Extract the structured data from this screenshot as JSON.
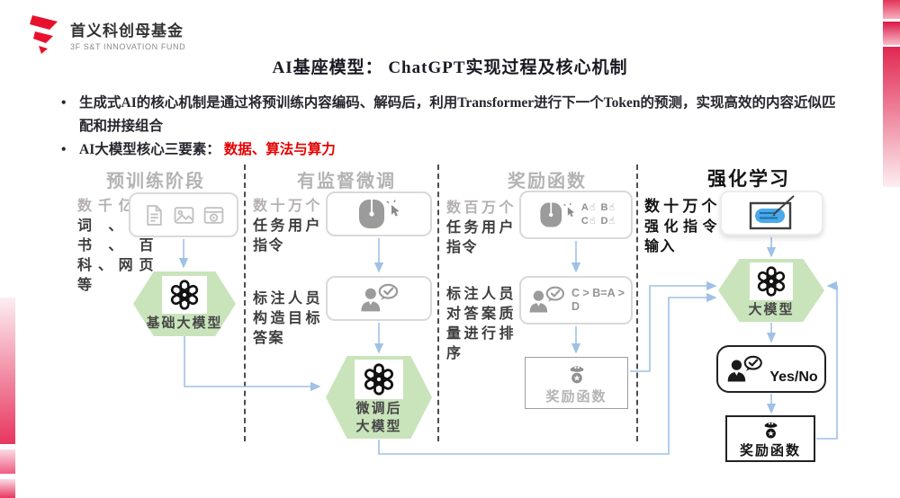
{
  "brand": {
    "name": "首义科创母基金",
    "subtitle": "3F S&T INNOVATION FUND"
  },
  "title": "AI基座模型： ChatGPT实现过程及核心机制",
  "bullets": {
    "b1": "生成式AI的核心机制是通过将预训练内容编码、解码后，利用Transformer进行下一个Token的预测，实现高效的内容近似匹配和拼接组合",
    "b2_label": "AI大模型核心三要素：",
    "b2_highlight": "数据、算法与算力"
  },
  "pretrain": {
    "header": "预训练阶段",
    "note_gray": "数千亿",
    "note_dark": "单词、图书、百科、网页等",
    "hex_label": "基础大模型"
  },
  "sft": {
    "header": "有监督微调",
    "note1_gray": "数十万个",
    "note1_dark": "任务用户指令",
    "note2": "标注人员构造目标答案",
    "hex_label1": "微调后",
    "hex_label2": "大模型"
  },
  "reward": {
    "header": "奖励函数",
    "note1_gray": "数百万个",
    "note1_dark": "任务用户指令",
    "note2": "标注人员对答案质量进行排序",
    "options": {
      "a": "A",
      "b": "B",
      "c": "C",
      "d": "D"
    },
    "rank": "C > B=A > D",
    "box_label": "奖励函数"
  },
  "rl": {
    "header": "强化学习",
    "note1_bold": "数十万个",
    "note1_rest": "强化指令输入",
    "hex_label": "大模型",
    "yes_no": "Yes/No",
    "box_label": "奖励函数"
  },
  "icons": {
    "hand": "☝"
  },
  "colors": {
    "accent_red": "#e8112d",
    "hex_green": "#c9e4bb",
    "arrow_blue": "#9fc1e6",
    "highlight_red": "#e60000",
    "pad_blue": "#4aa9e9"
  }
}
